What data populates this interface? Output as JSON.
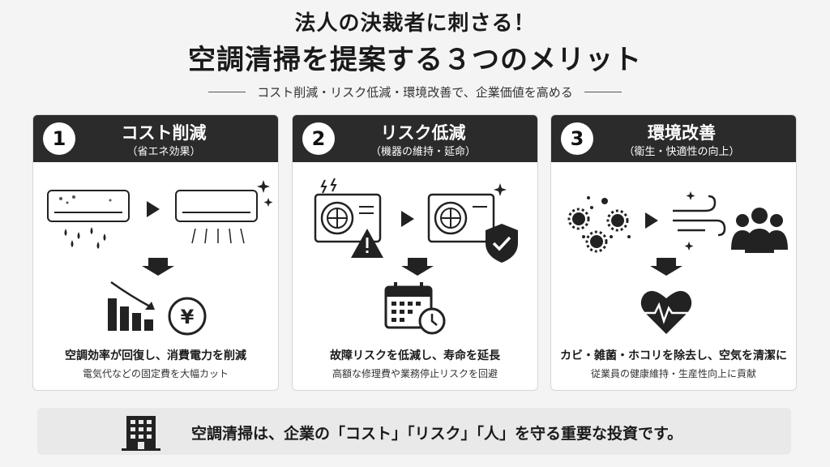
{
  "header": {
    "title_line1": "法人の決裁者に刺さる！",
    "title_line2": "空調清掃を提案する３つのメリット",
    "subtitle": "コスト削減・リスク低減・環境改善で、企業価値を高める"
  },
  "cards": [
    {
      "number": "1",
      "title": "コスト削減",
      "subtitle": "（省エネ効果）",
      "main": "空調効率が回復し、消費電力を削減",
      "sub": "電気代などの固定費を大幅カット",
      "icons": [
        "dirty-air-conditioner-icon",
        "arrow-right-icon",
        "clean-air-conditioner-icon",
        "arrow-down-icon",
        "decreasing-bar-chart-icon",
        "yen-coin-icon"
      ]
    },
    {
      "number": "2",
      "title": "リスク低減",
      "subtitle": "（機器の維持・延命）",
      "main": "故障リスクを低減し、寿命を延長",
      "sub": "高額な修理費や業務停止リスクを回避",
      "icons": [
        "faulty-outdoor-unit-icon",
        "warning-icon",
        "arrow-right-icon",
        "outdoor-unit-icon",
        "shield-check-icon",
        "arrow-down-icon",
        "calendar-clock-icon"
      ]
    },
    {
      "number": "3",
      "title": "環境改善",
      "subtitle": "（衛生・快適性の向上）",
      "main": "カビ・雑菌・ホコリを除去し、空気を清潔に",
      "sub": "従業員の健康維持・生産性向上に貢献",
      "icons": [
        "germs-icon",
        "arrow-right-icon",
        "clean-air-flow-icon",
        "people-group-icon",
        "arrow-down-icon",
        "heart-pulse-icon"
      ]
    }
  ],
  "footer": {
    "text": "空調清掃は、企業の「コスト」「リスク」「人」を守る重要な投資です。",
    "icon": "office-building-icon"
  },
  "colors": {
    "background": "#f4f4f4",
    "card_header": "#2b2b2b",
    "card_body": "#ffffff",
    "footer_band": "#e9e9e9"
  }
}
